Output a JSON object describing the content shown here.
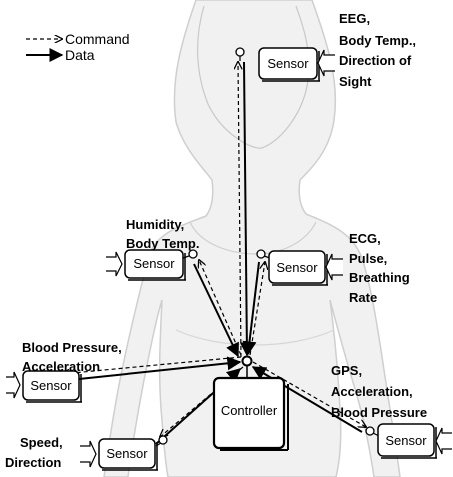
{
  "legend": {
    "command": "Command",
    "data": "Data"
  },
  "controller": {
    "label": "Controller"
  },
  "sensors": [
    {
      "id": "head",
      "box": "Sensor",
      "lines": [
        "EEG,",
        "Body Temp.,",
        "Direction of",
        "Sight"
      ]
    },
    {
      "id": "left-arm",
      "box": "Sensor",
      "lines": [
        "Humidity,",
        "Body Temp."
      ]
    },
    {
      "id": "right-arm",
      "box": "Sensor",
      "lines": [
        "ECG,",
        "Pulse,",
        "Breathing",
        "Rate"
      ]
    },
    {
      "id": "left-hip",
      "box": "Sensor",
      "lines": [
        "Blood Pressure,",
        "Acceleration"
      ]
    },
    {
      "id": "right-leg",
      "box": "Sensor",
      "lines": [
        "GPS,",
        "Acceleration,",
        "Blood Pressure"
      ]
    },
    {
      "id": "left-leg",
      "box": "Sensor",
      "lines": [
        "Speed,",
        "Direction"
      ]
    }
  ]
}
